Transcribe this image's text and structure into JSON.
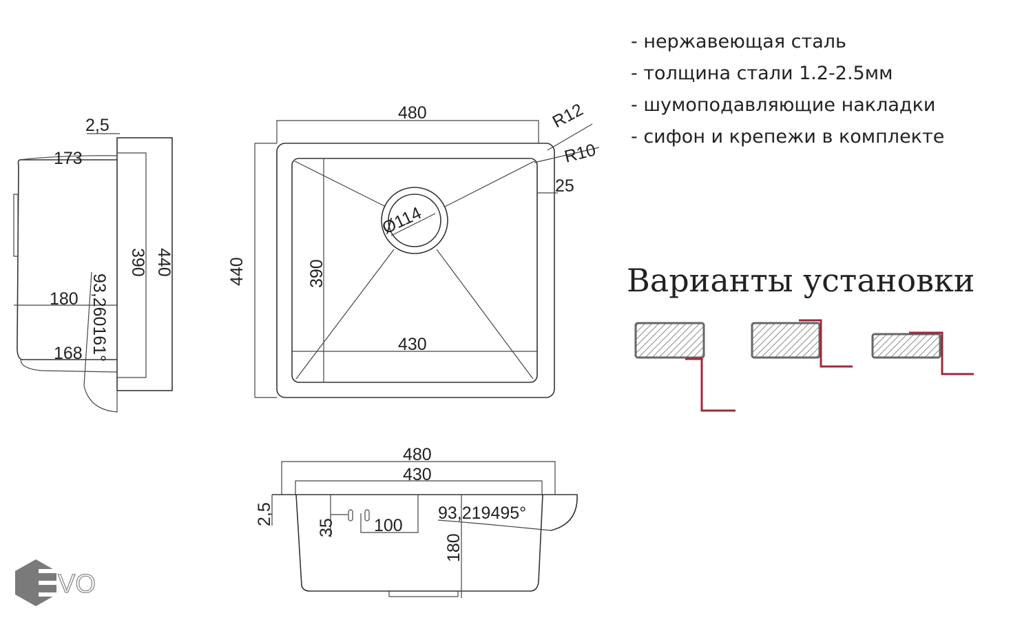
{
  "features": [
    "- нержавеющая сталь",
    "- толщина стали 1.2-2.5мм",
    "- шумоподавляющие накладки",
    "- сифон и крепежи в комплекте"
  ],
  "install_title": "Варианты установки",
  "install_variants": [
    "undermount",
    "flush",
    "overmount"
  ],
  "side_view": {
    "dims": [
      "2,5",
      "173",
      "390",
      "440",
      "93,260161°",
      "180",
      "168"
    ]
  },
  "top_view": {
    "dims": [
      "480",
      "R12",
      "R10",
      "25",
      "440",
      "390",
      "Ø114",
      "430"
    ]
  },
  "front_view": {
    "dims": [
      "480",
      "430",
      "2,5",
      "35",
      "100",
      "93,219495°",
      "180"
    ]
  },
  "logo": {
    "text": "EVO",
    "color": "#7a7a7a"
  },
  "colors": {
    "line": "#333333",
    "accent": "#a0283c"
  }
}
